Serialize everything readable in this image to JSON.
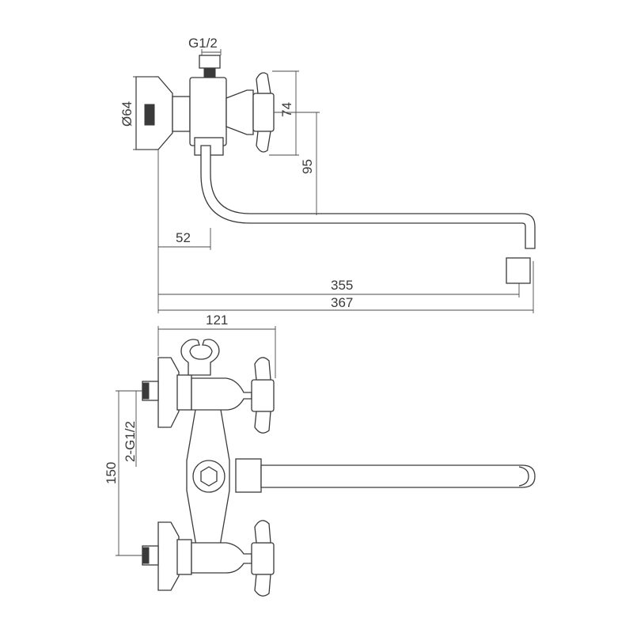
{
  "dimensions": {
    "thread_top": "G1/2",
    "diameter": "Ø64",
    "height_74": "74",
    "height_95": "95",
    "offset_52": "52",
    "spout_355": "355",
    "spout_367": "367",
    "width_121": "121",
    "thread_side": "2-G1/2",
    "spacing_150": "150"
  },
  "colors": {
    "line": "#3a3a3a",
    "background": "#ffffff"
  }
}
